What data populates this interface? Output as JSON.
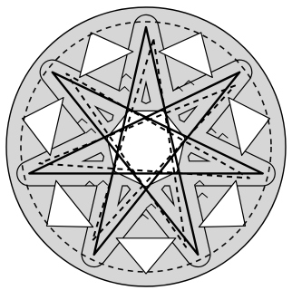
{
  "figure": {
    "kind": "knot-diagram",
    "symmetry_order": 7,
    "background_color": "#ffffff",
    "band_color": "#d6d6d6",
    "outline_color": "#000000",
    "strand_styles": [
      "solid",
      "dashed"
    ],
    "icons": [
      "disk",
      "star-band",
      "solid-strand",
      "dashed-strand",
      "crossing-notch"
    ]
  }
}
